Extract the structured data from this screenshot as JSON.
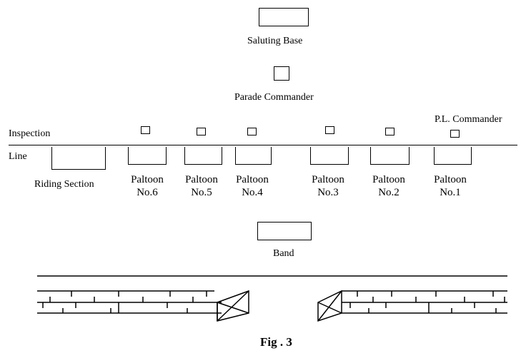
{
  "diagram": {
    "saluting_base": "Saluting Base",
    "parade_commander": "Parade Commander",
    "pl_commander": "P.L. Commander",
    "inspection": "Inspection",
    "line": "Line",
    "riding_section": "Riding Section",
    "band": "Band",
    "platoons": [
      {
        "name": "Paltoon",
        "number": "No.6"
      },
      {
        "name": "Paltoon",
        "number": "No.5"
      },
      {
        "name": "Paltoon",
        "number": "No.4"
      },
      {
        "name": "Paltoon",
        "number": "No.3"
      },
      {
        "name": "Paltoon",
        "number": "No.2"
      },
      {
        "name": "Paltoon",
        "number": "No.1"
      }
    ],
    "caption": "Fig . 3"
  }
}
